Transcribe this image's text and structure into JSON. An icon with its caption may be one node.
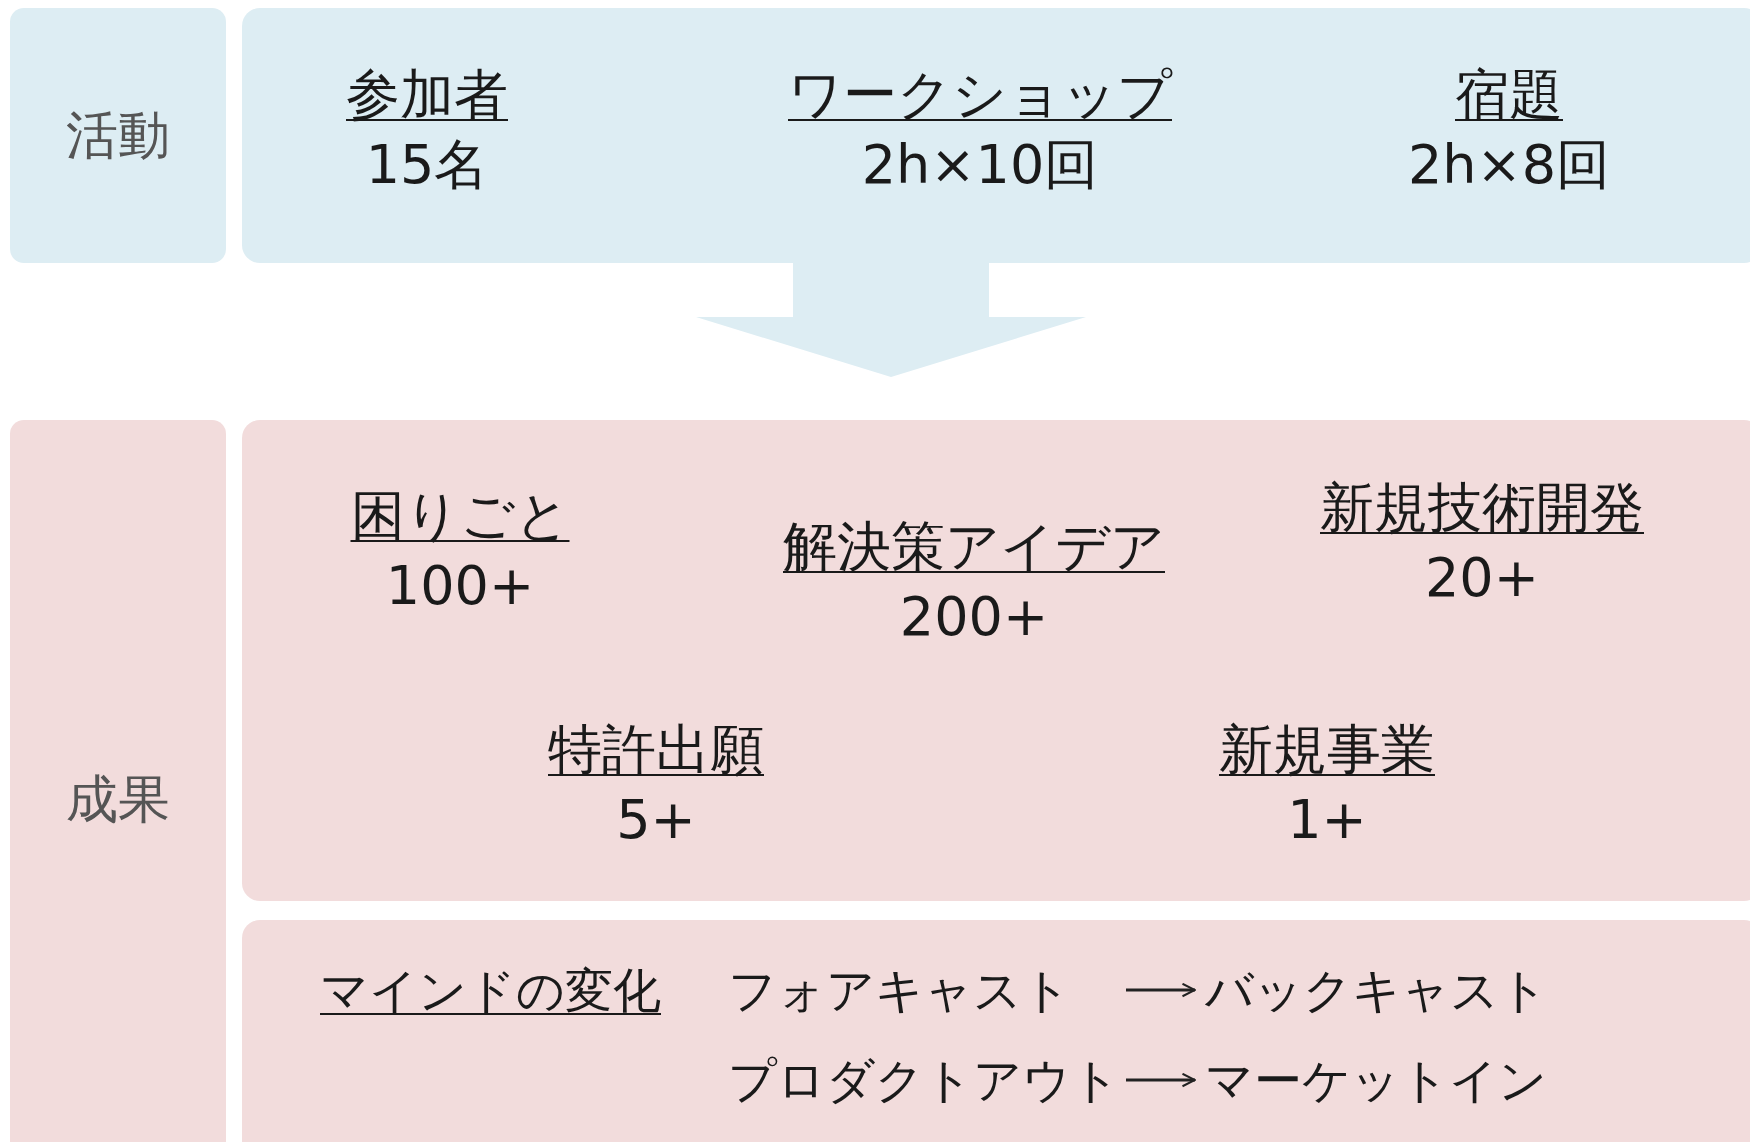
{
  "diagram": {
    "nodes": [
      {
        "text": [
          "活動"
        ]
      },
      {
        "text": [],
        "shape": "box"
      },
      {
        "text": [
          "参加者",
          "15名"
        ],
        "in": 1
      },
      {
        "text": [
          "ワークショップ",
          "2h×10回"
        ],
        "in": 1
      },
      {
        "text": [
          "宿題",
          "2h×8回"
        ],
        "in": 1
      },
      {
        "text": [
          "成果"
        ]
      },
      {
        "text": [],
        "shape": "box"
      },
      {
        "text": [
          "困りごと",
          "100+"
        ],
        "in": 6
      },
      {
        "text": [
          "解決策アイデア",
          "200+"
        ],
        "in": 6
      },
      {
        "text": [
          "新規技術開発",
          "20+"
        ],
        "in": 6
      },
      {
        "text": [
          "特許出願",
          "5+"
        ],
        "in": 6
      },
      {
        "text": [
          "新規事業",
          "1+"
        ],
        "in": 6
      },
      {
        "text": [],
        "shape": "box"
      },
      {
        "text": [
          "マインドの変化"
        ],
        "in": 12
      },
      {
        "text": [
          "フォアキャスト"
        ],
        "in": 12
      },
      {
        "text": [
          "バックキャスト"
        ],
        "in": 12
      },
      {
        "text": [
          "プロダクトアウト"
        ],
        "in": 12
      },
      {
        "text": [
          "マーケットイン"
        ],
        "in": 12
      }
    ],
    "edges": [
      {
        "from": 1,
        "to": 6,
        "arrow": "to",
        "style": "thick",
        "color": "#ddedf3"
      },
      {
        "from": 14,
        "to": 15,
        "arrow": "to"
      },
      {
        "from": 16,
        "to": 17,
        "arrow": "to"
      }
    ]
  }
}
